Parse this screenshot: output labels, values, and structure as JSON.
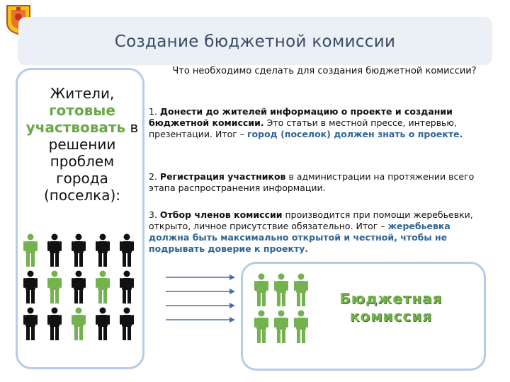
{
  "title": "Создание бюджетной комиссии",
  "residents": {
    "line1": "Жители,",
    "highlight1": "готовые",
    "highlight2": "участвовать",
    "after_highlight": " в",
    "line4": "решении",
    "line5": "проблем",
    "line6": "города",
    "line7": "(поселка):"
  },
  "question": "Что необходимо сделать для создания бюджетной комиссии?",
  "steps": [
    {
      "num": "1. ",
      "bold": "Донести до жителей информацию о проекте и создании бюджетной комиссии.",
      "text": " Это статьи в местной прессе, интервью, презентации. Итог – ",
      "result": "город (поселок) должен знать о проекте."
    },
    {
      "num": "2. ",
      "bold": "Регистрация участников",
      "text": " в администрации на протяжении всего этапа распространения информации."
    },
    {
      "num": "3. ",
      "bold": "Отбор членов комиссии",
      "text": " производится при помощи жеребьевки, открыто, личное присутствие обязательно. Итог – ",
      "result": "жеребьевка должна быть максимально открытой и честной, чтобы не подрывать доверие к проекту."
    }
  ],
  "commission_label_1": "Бюджетная",
  "commission_label_2": "комиссия",
  "colors": {
    "accent_green": "#74b14f",
    "panel_border": "#b5cde6",
    "title_color": "#3a4a66",
    "result_blue": "#2e6494"
  },
  "icons": {
    "logo": "coat-of-arms-icon",
    "person": "person-icon",
    "arrow": "arrow-right-icon"
  }
}
